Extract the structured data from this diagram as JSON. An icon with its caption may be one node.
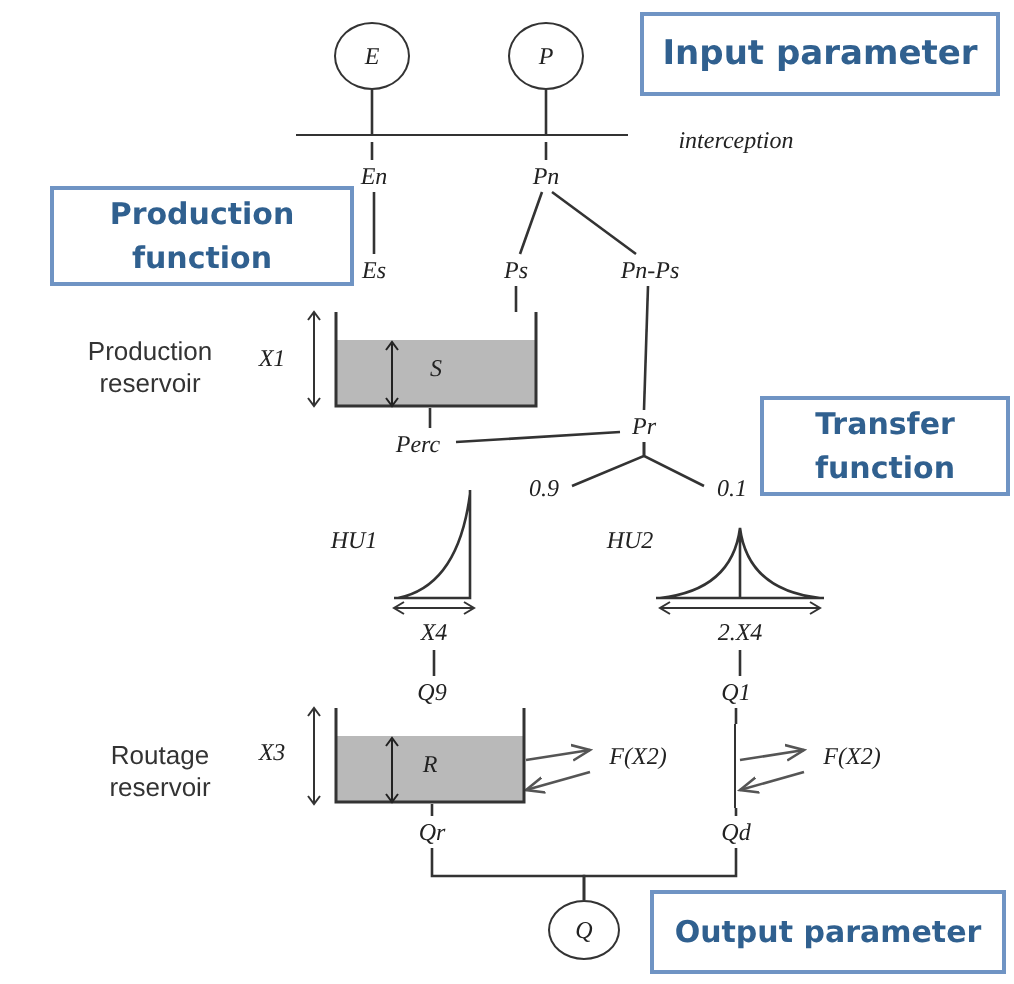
{
  "diagram": {
    "nodes": [
      {
        "text": [
          "E"
        ]
      },
      {
        "text": [
          "P"
        ]
      },
      {
        "text": [
          "Input parameter"
        ]
      },
      {
        "text": [],
        "shape": "line",
        "beside": [
          "interception"
        ]
      },
      {
        "text": [
          "En"
        ]
      },
      {
        "text": [
          "Pn"
        ]
      },
      {
        "text": [
          "Production function"
        ]
      },
      {
        "text": [
          "Es"
        ]
      },
      {
        "text": [
          "Ps"
        ]
      },
      {
        "text": [
          "Pn-Ps"
        ]
      },
      {
        "text": [
          "S"
        ]
      },
      {
        "text": [
          "Perc"
        ]
      },
      {
        "text": [
          "Pr"
        ]
      },
      {
        "text": [
          "Transfer function"
        ]
      },
      {
        "text": [
          "0.9"
        ]
      },
      {
        "text": [
          "0.1"
        ]
      },
      {
        "text": [
          "X4"
        ],
        "beside": [
          "HU1"
        ]
      },
      {
        "text": [
          "2.X4"
        ],
        "beside": [
          "HU2"
        ]
      },
      {
        "text": [
          "Q9"
        ]
      },
      {
        "text": [
          "Q1"
        ]
      },
      {
        "text": [
          "R"
        ]
      },
      {
        "text": [
          "F(X2)"
        ]
      },
      {
        "text": [],
        "shape": "bar"
      },
      {
        "text": [
          "F(X2)"
        ]
      },
      {
        "text": [
          "Qr"
        ]
      },
      {
        "text": [
          "Qd"
        ]
      },
      {
        "text": [
          "Q"
        ]
      },
      {
        "text": [
          "Output parameter"
        ]
      }
    ],
    "edges": [
      {
        "from": 0,
        "to": 3,
        "arrow": "none"
      },
      {
        "from": 1,
        "to": 3,
        "arrow": "none"
      },
      {
        "from": 3,
        "to": 4,
        "arrow": "none"
      },
      {
        "from": 3,
        "to": 5,
        "arrow": "none"
      },
      {
        "from": 4,
        "to": 7,
        "arrow": "none"
      },
      {
        "from": 5,
        "to": 8,
        "arrow": "none"
      },
      {
        "from": 5,
        "to": 9,
        "arrow": "none"
      },
      {
        "from": 8,
        "to": 10,
        "arrow": "none"
      },
      {
        "from": 9,
        "to": 12,
        "arrow": "none"
      },
      {
        "from": 10,
        "to": 11,
        "arrow": "none"
      },
      {
        "from": 11,
        "to": 12,
        "arrow": "none"
      },
      {
        "from": 12,
        "to": 14,
        "arrow": "none"
      },
      {
        "from": 12,
        "to": 15,
        "arrow": "none"
      },
      {
        "from": 16,
        "to": 18,
        "arrow": "none"
      },
      {
        "from": 17,
        "to": 19,
        "arrow": "none"
      },
      {
        "from": 20,
        "to": 21,
        "arrow": "to"
      },
      {
        "from": 21,
        "to": 20,
        "arrow": "to"
      },
      {
        "from": 19,
        "to": 22,
        "arrow": "none"
      },
      {
        "from": 22,
        "to": 23,
        "arrow": "to"
      },
      {
        "from": 23,
        "to": 22,
        "arrow": "to"
      },
      {
        "from": 22,
        "to": 25,
        "arrow": "none"
      },
      {
        "from": 20,
        "to": 24,
        "arrow": "none"
      },
      {
        "from": 24,
        "to": 26,
        "arrow": "none"
      },
      {
        "from": 25,
        "to": 26,
        "arrow": "none"
      }
    ],
    "labels": [
      "Production reservoir",
      "X1",
      "Routage reservoir",
      "X3"
    ]
  }
}
